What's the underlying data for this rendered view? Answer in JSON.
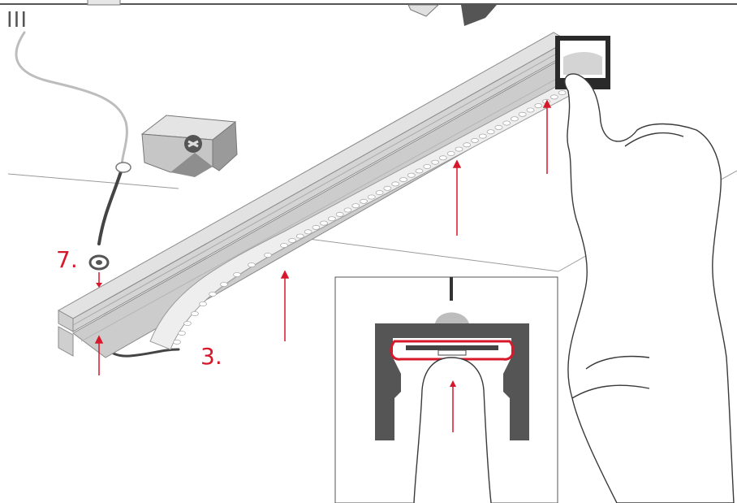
{
  "section_label": "III",
  "steps": {
    "step_a": "7.",
    "step_b": "3."
  },
  "colors": {
    "accent": "#d7182a",
    "profile": "#c9c9c9",
    "dark": "#555555",
    "line": "#4a4a4a"
  }
}
